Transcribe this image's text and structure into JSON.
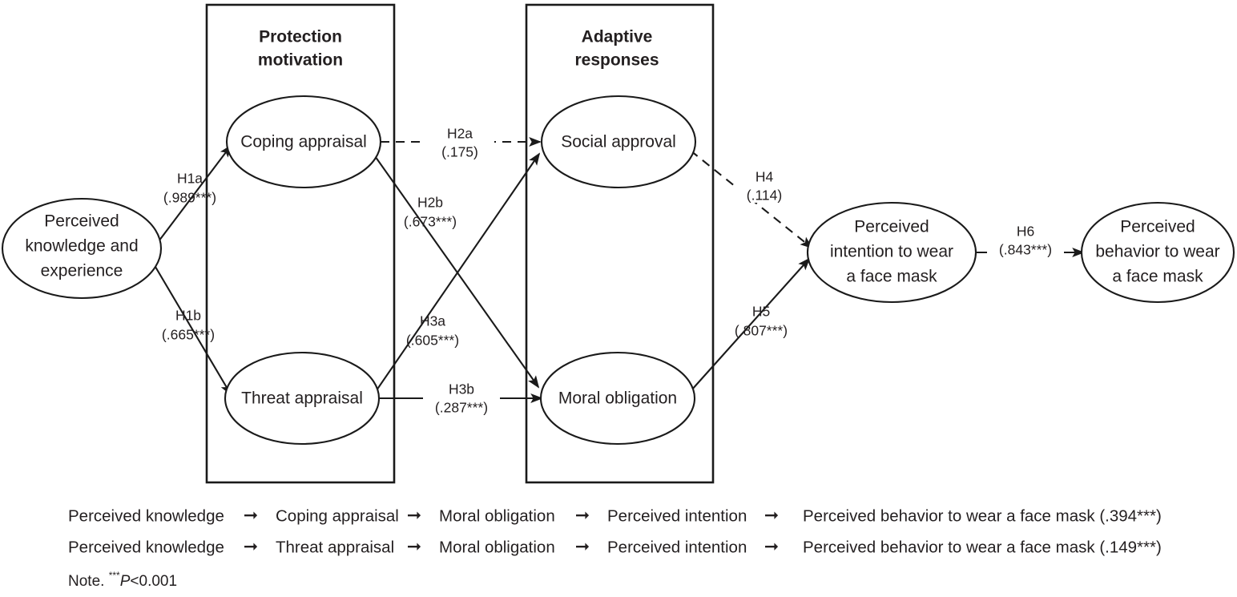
{
  "figure": {
    "title": "Protection motivation model of face mask wearing",
    "note": {
      "prefix": "Note. ",
      "stars": "***",
      "italic_p": "P",
      "condition": "<0.001"
    }
  },
  "groups": [
    {
      "id": "protection-motivation",
      "title_line1": "Protection",
      "title_line2": "motivation"
    },
    {
      "id": "adaptive-responses",
      "title_line1": "Adaptive",
      "title_line2": "responses"
    }
  ],
  "nodes": [
    {
      "id": "perceived-knowledge",
      "lines": [
        "Perceived",
        "knowledge and",
        "experience"
      ]
    },
    {
      "id": "coping-appraisal",
      "lines": [
        "Coping appraisal"
      ]
    },
    {
      "id": "threat-appraisal",
      "lines": [
        "Threat appraisal"
      ]
    },
    {
      "id": "social-approval",
      "lines": [
        "Social approval"
      ]
    },
    {
      "id": "moral-obligation",
      "lines": [
        "Moral obligation"
      ]
    },
    {
      "id": "perceived-intention",
      "lines": [
        "Perceived",
        "intention to wear",
        "a face mask"
      ]
    },
    {
      "id": "perceived-behavior",
      "lines": [
        "Perceived",
        "behavior to wear",
        "a face mask"
      ]
    }
  ],
  "paths": [
    {
      "id": "H1a",
      "label": "H1a",
      "value": "(.989***)",
      "from": "perceived-knowledge",
      "to": "coping-appraisal",
      "style": "solid",
      "significant": true
    },
    {
      "id": "H1b",
      "label": "H1b",
      "value": "(.665***)",
      "from": "perceived-knowledge",
      "to": "threat-appraisal",
      "style": "solid",
      "significant": true
    },
    {
      "id": "H2a",
      "label": "H2a",
      "value": "(.175)",
      "from": "coping-appraisal",
      "to": "social-approval",
      "style": "dashed",
      "significant": false
    },
    {
      "id": "H2b",
      "label": "H2b",
      "value": "(.673***)",
      "from": "coping-appraisal",
      "to": "moral-obligation",
      "style": "solid",
      "significant": true
    },
    {
      "id": "H3a",
      "label": "H3a",
      "value": "(.605***)",
      "from": "threat-appraisal",
      "to": "social-approval",
      "style": "solid",
      "significant": true
    },
    {
      "id": "H3b",
      "label": "H3b",
      "value": "(.287***)",
      "from": "threat-appraisal",
      "to": "moral-obligation",
      "style": "solid",
      "significant": true
    },
    {
      "id": "H4",
      "label": "H4",
      "value": "(.114)",
      "from": "social-approval",
      "to": "perceived-intention",
      "style": "dashed",
      "significant": false
    },
    {
      "id": "H5",
      "label": "H5",
      "value": "(.807***)",
      "from": "moral-obligation",
      "to": "perceived-intention",
      "style": "solid",
      "significant": true
    },
    {
      "id": "H6",
      "label": "H6",
      "value": "(.843***)",
      "from": "perceived-intention",
      "to": "perceived-behavior",
      "style": "solid",
      "significant": true
    }
  ],
  "indirect_effects": [
    {
      "id": "indirect-coping",
      "steps": [
        "Perceived knowledge",
        "Coping appraisal",
        "Moral obligation",
        "Perceived intention",
        "Perceived behavior to wear a face mask (.394***)"
      ],
      "coefficient": ".394***"
    },
    {
      "id": "indirect-threat",
      "steps": [
        "Perceived knowledge",
        "Threat appraisal",
        "Moral obligation",
        "Perceived intention",
        "Perceived behavior to wear a face mask (.149***)"
      ],
      "coefficient": ".149***"
    }
  ],
  "colors": {
    "stroke": "#1a1a1a",
    "text": "#231f20",
    "background": "#ffffff"
  }
}
